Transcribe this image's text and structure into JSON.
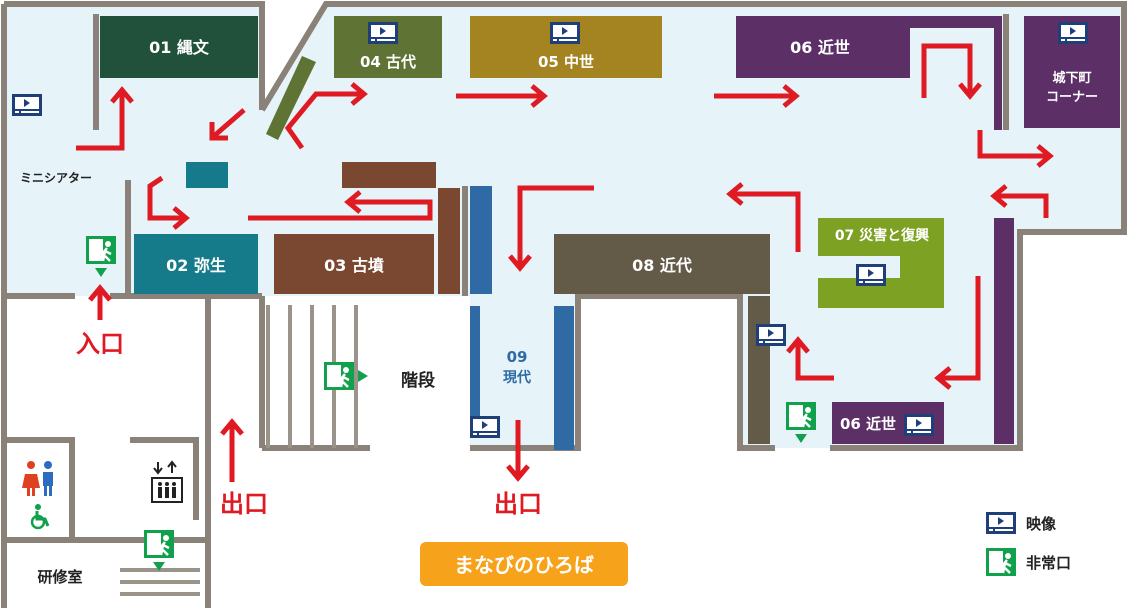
{
  "rooms": {
    "r01": {
      "label": "01 縄文",
      "color": "#21513a"
    },
    "r02": {
      "label": "02 弥生",
      "color": "#157b8b"
    },
    "r03": {
      "label": "03 古墳",
      "color": "#7a4731"
    },
    "r04": {
      "label": "04 古代",
      "color": "#5f7335"
    },
    "r05": {
      "label": "05 中世",
      "color": "#a38420"
    },
    "r06a": {
      "label": "06 近世",
      "color": "#5c3066"
    },
    "r06b": {
      "label": "06 近世",
      "color": "#5c3066"
    },
    "r07": {
      "label": "07 災害と復興",
      "color": "#7da123"
    },
    "r08": {
      "label": "08 近代",
      "color": "#635b47"
    },
    "r09": {
      "label": "09",
      "label2": "現代",
      "color": "#2f6aa5"
    },
    "castle": {
      "label": "城下町",
      "label2": "コーナー",
      "color": "#5c3066"
    }
  },
  "labels": {
    "mini_theater": "ミニシアター",
    "entrance": "入口",
    "exit1": "出口",
    "exit2": "出口",
    "stairs": "階段",
    "training_room": "研修室",
    "manabi": "まなびのひろば"
  },
  "legend": {
    "video": "映像",
    "emergency_exit": "非常口"
  },
  "colors": {
    "floor": "#e6f4fa",
    "wall": "#888078",
    "arrow": "#e01a22",
    "video_icon": "#1e3f78",
    "exit_green": "#11a04b",
    "manabi_bg": "#f6a21a",
    "manabi_text": "#ffffff",
    "manabi_no": "#e8561c"
  }
}
